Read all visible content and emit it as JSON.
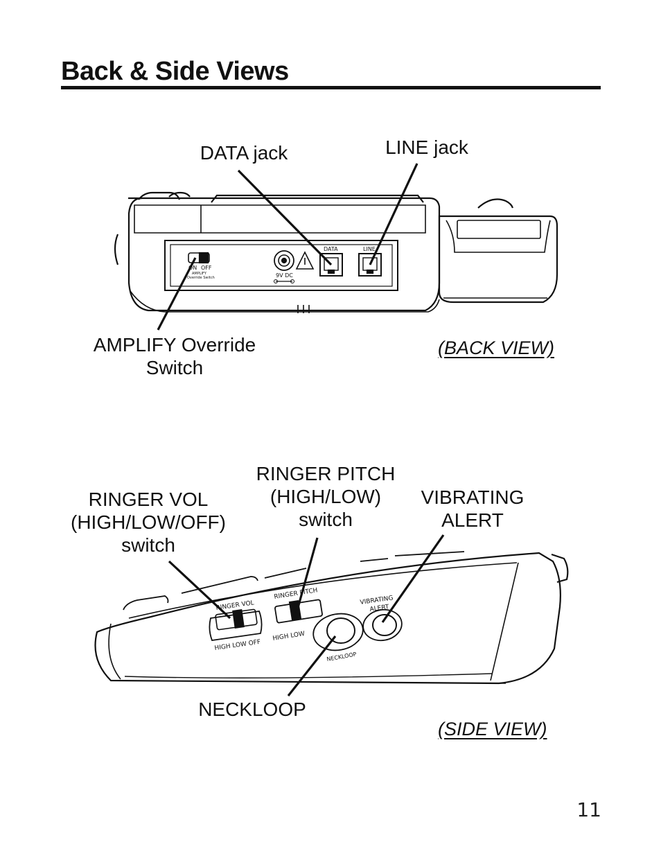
{
  "page": {
    "title": "Back & Side Views",
    "page_number": "11"
  },
  "back_view": {
    "label": "(BACK VIEW)",
    "callouts": {
      "data_jack": "DATA jack",
      "line_jack": "LINE jack",
      "amplify_switch": "AMPLIFY Override\nSwitch"
    },
    "device_text": {
      "data": "DATA",
      "line": "LINE",
      "on": "ON",
      "off": "OFF",
      "amplify": "AMPLIFY",
      "override": "Override Switch",
      "power": "9V DC"
    }
  },
  "side_view": {
    "label": "(SIDE VIEW)",
    "callouts": {
      "ringer_vol": "RINGER VOL\n(HIGH/LOW/OFF)\nswitch",
      "ringer_pitch": "RINGER PITCH\n(HIGH/LOW)\nswitch",
      "vibrating_alert": "VIBRATING\nALERT",
      "neckloop": "NECKLOOP"
    },
    "device_text": {
      "ringer_vol": "RINGER VOL",
      "vol_positions": "HIGH  LOW  OFF",
      "ringer_pitch": "RINGER PITCH",
      "pitch_positions": "HIGH  LOW",
      "vibrating": "VIBRATING",
      "alert": "ALERT",
      "neckloop": "NECKLOOP"
    }
  }
}
